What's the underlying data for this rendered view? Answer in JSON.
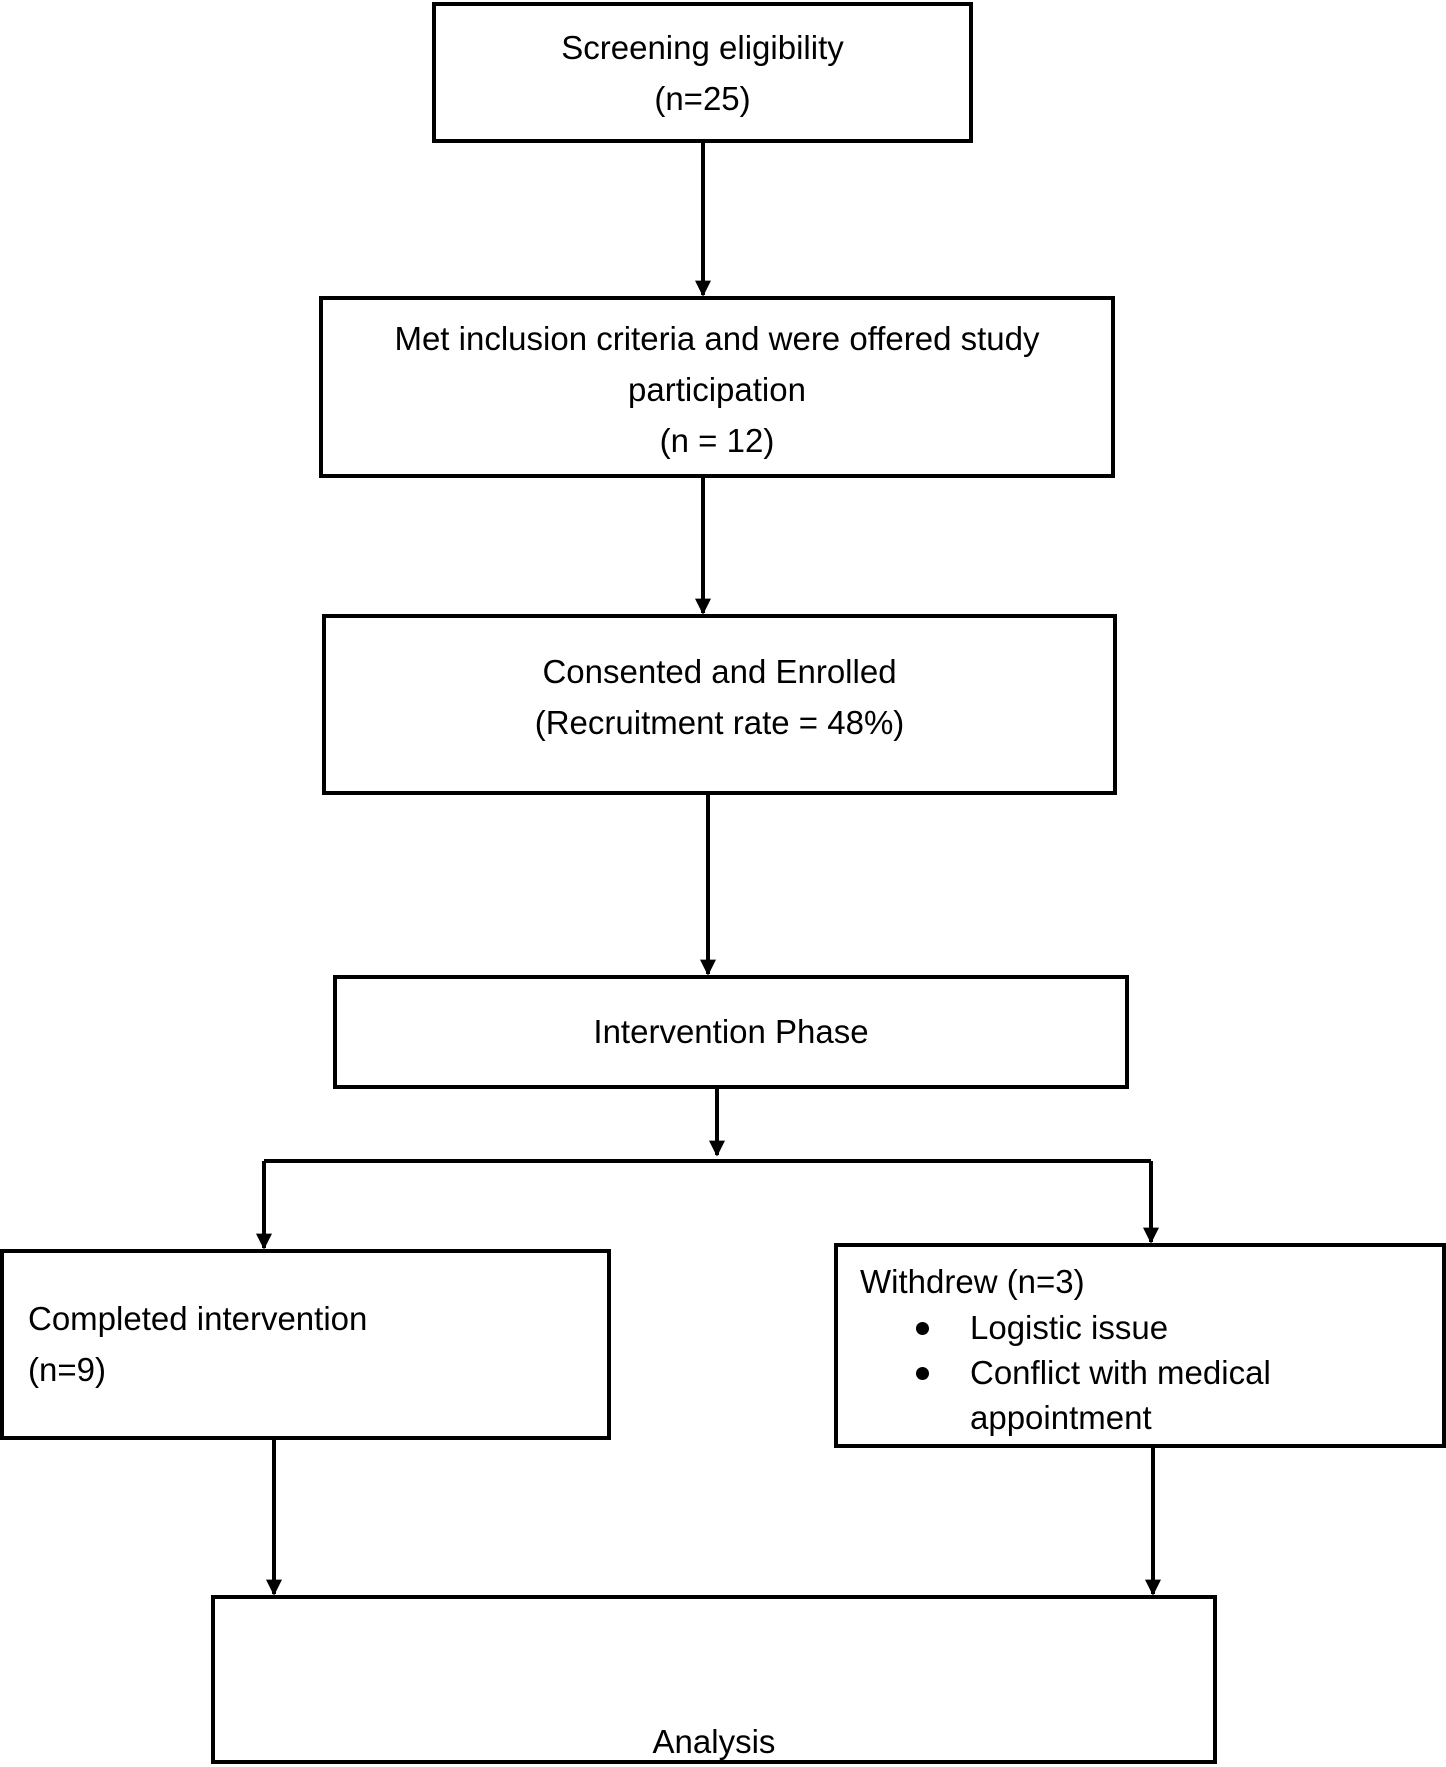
{
  "flowchart": {
    "screening": {
      "label": "Screening eligibility",
      "count": "(n=25)"
    },
    "met_criteria": {
      "label_line1": "Met inclusion criteria and were offered study",
      "label_line2": "participation",
      "count": "(n = 12)"
    },
    "consented": {
      "label": "Consented and Enrolled",
      "rate": "(Recruitment rate = 48%)"
    },
    "intervention": {
      "label": "Intervention Phase"
    },
    "completed": {
      "label": "Completed intervention",
      "count": "(n=9)"
    },
    "withdrew": {
      "label": "Withdrew (n=3)",
      "reasons": [
        "Logistic issue",
        "Conflict with medical"
      ],
      "reason_continuation": "appointment"
    },
    "analysis": {
      "label": "Analysis"
    }
  }
}
